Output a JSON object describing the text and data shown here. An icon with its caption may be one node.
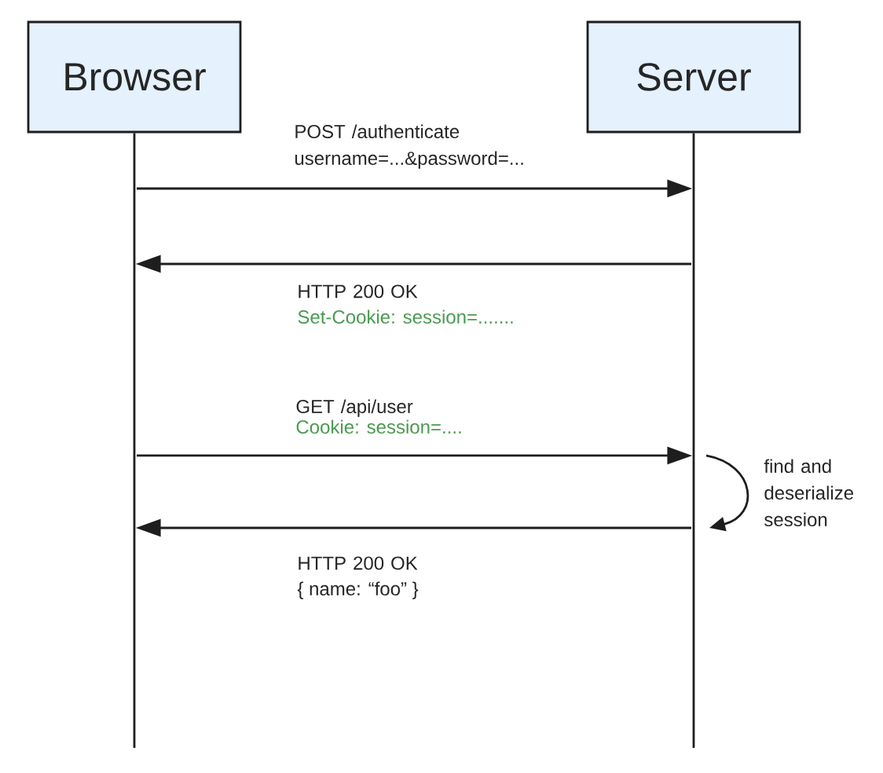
{
  "diagram": {
    "nodes": [
      {
        "text": [
          "Browser"
        ]
      },
      {
        "text": [
          "Server"
        ]
      }
    ],
    "edges": [
      {
        "from": 0,
        "to": 1,
        "arrow": "to",
        "label": "POST /authenticate username=...&password=..."
      },
      {
        "from": 1,
        "to": 0,
        "arrow": "to",
        "label": "HTTP 200 OK"
      },
      {
        "from": 0,
        "to": 1,
        "arrow": "to",
        "label": "GET /api/user"
      },
      {
        "from": 1,
        "to": 1,
        "arrow": "to",
        "label": "find and deserialize session"
      },
      {
        "from": 1,
        "to": 0,
        "arrow": "to",
        "label": "HTTP 200 OK"
      }
    ],
    "labels": [
      "Set-Cookie: session=.......",
      "Cookie: session=....",
      "{ name: “foo” }"
    ]
  }
}
